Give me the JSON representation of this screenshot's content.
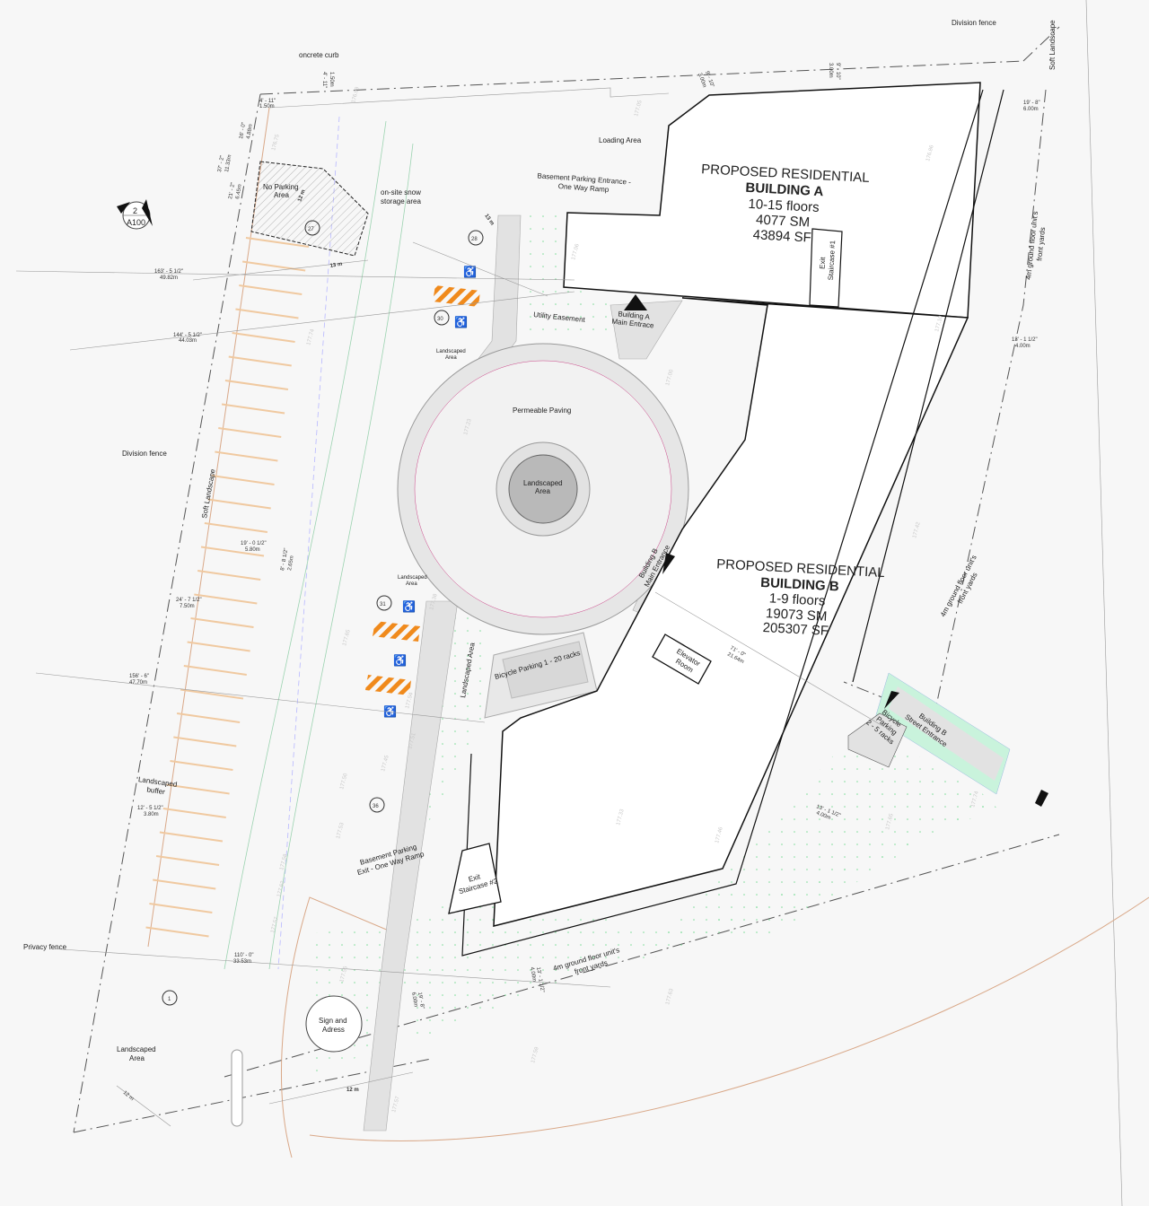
{
  "colors": {
    "background": "#f7f7f7",
    "building_fill": "#ffffff",
    "building_stroke": "#111111",
    "parking_line": "#f0c9a0",
    "hatch_orange": "#f08a1c",
    "paving": "#e2e2e2",
    "green_zone": "#c9f3dc",
    "landscape_core": "#b9b9b9",
    "vehicle": "#8fd1ad"
  },
  "section_marker": {
    "number": "2",
    "sheet": "A100"
  },
  "building_a": {
    "line1": "PROPOSED RESIDENTIAL",
    "line2": "BUILDING A",
    "floors": "10-15 floors",
    "area_sm": "4077 SM",
    "area_sf": "43894 SF"
  },
  "building_b": {
    "line1": "PROPOSED RESIDENTIAL",
    "line2": "BUILDING B",
    "floors": "1-9 floors",
    "area_sm": "19073 SM",
    "area_sf": "205307 SF"
  },
  "labels": {
    "concrete_curb": "oncrete curb",
    "no_parking_1": "No Parking",
    "no_parking_2": "Area",
    "snow_1": "on-site snow",
    "snow_2": "storage area",
    "loading": "Loading Area",
    "ramp_in_1": "Basement Parking Entrance -",
    "ramp_in_2": "One Way Ramp",
    "division_fence_top": "Division fence",
    "division_fence_left": "Division fence",
    "soft_landscape_top": "Soft Landscape",
    "soft_landscape_left": "Soft Landscape",
    "utility": "Utility Easement",
    "a_entrance_1": "Building A",
    "a_entrance_2": "Main Entrace",
    "landscaped_1": "Landscaped",
    "landscaped_2": "Area",
    "permeable": "Permeable Paving",
    "center_1": "Landscaped",
    "center_2": "Area",
    "b_entrance_1": "Building B",
    "b_entrance_2": "Main Entrance",
    "landscaped_strip": "Landscaped Area",
    "bike1": "Bicycle Parking 1 - 20 racks",
    "elevator_1": "Elevator",
    "elevator_2": "Room",
    "bike2_1": "Bicycle",
    "bike2_2": "Parking",
    "bike2_3": "2 - 5 racks",
    "b_street_1": "Building B",
    "b_street_2": "Street Entrance",
    "yards_1": "4m ground floor unit's",
    "yards_2": "front yards",
    "ramp_out_1": "Basement Parking",
    "ramp_out_2": "Exit - One Way Ramp",
    "staircase2_1": "Exit",
    "staircase2_2": "Staircase #2",
    "staircase1_1": "Exit",
    "staircase1_2": "Staircase #1",
    "buffer_1": "Landscaped",
    "buffer_2": "buffer",
    "privacy_fence": "Privacy fence",
    "sign_1": "Sign and",
    "sign_2": "Adress",
    "landscaped_sw_1": "Landscaped",
    "landscaped_sw_2": "Area"
  },
  "stalls": [
    "27",
    "28",
    "30",
    "31",
    "36",
    "1"
  ],
  "dimensions": {
    "d1": [
      "4' - 11\"",
      "1.50m"
    ],
    "d2": [
      "4' - 11\"",
      "1.50m"
    ],
    "d3": [
      "16' - 0\"",
      "4.88m"
    ],
    "d4": [
      "37' - 2\"",
      "11.33m"
    ],
    "d5": [
      "21' - 2\"",
      "6.45m"
    ],
    "d6": [
      "9' - 10\"",
      "3.00m"
    ],
    "d7": [
      "9' - 10\"",
      "3.00m"
    ],
    "d8": [
      "19' - 8\"",
      "6.00m"
    ],
    "d9": [
      "13' - 1 1/2\"",
      "4.00m"
    ],
    "d10": [
      "163' - 5 1/2\"",
      "49.82m"
    ],
    "d11": [
      "144' - 5 1/2\"",
      "44.03m"
    ],
    "d12": [
      "156' - 6\"",
      "47.70m"
    ],
    "d13": [
      "24' - 7 1/2\"",
      "7.50m"
    ],
    "d14": [
      "19' - 0 1/2\"",
      "5.80m"
    ],
    "d15": [
      "8' - 8 1/2\"",
      "2.65m"
    ],
    "d16": [
      "12' - 5 1/2\"",
      "3.80m"
    ],
    "d17": [
      "110' - 0\"",
      "33.53m"
    ],
    "d18": [
      "19' - 8\"",
      "6.00m"
    ],
    "d19": [
      "13' - 1 1/2\"",
      "4.00m"
    ],
    "d20": [
      "71' - 0\"",
      "21.64m"
    ],
    "d21": [
      "13' - 1 1/2\"",
      "4.00m"
    ],
    "r1": "13 m",
    "r2": "12 m",
    "r3": "13 m",
    "r4": "12 m",
    "r5": "12 m"
  },
  "elevations": [
    "176.75",
    "176.99",
    "177.05",
    "177.06",
    "176.86",
    "177.00",
    "177.10",
    "177.74",
    "177.65",
    "177.50",
    "177.57",
    "177.58",
    "177.62",
    "177.56",
    "177.53",
    "177.45",
    "177.51",
    "177.54",
    "177.38",
    "177.23",
    "177.42",
    "177.46",
    "177.33",
    "177.74",
    "177.65",
    "177.63",
    "177.59",
    "177.57"
  ]
}
